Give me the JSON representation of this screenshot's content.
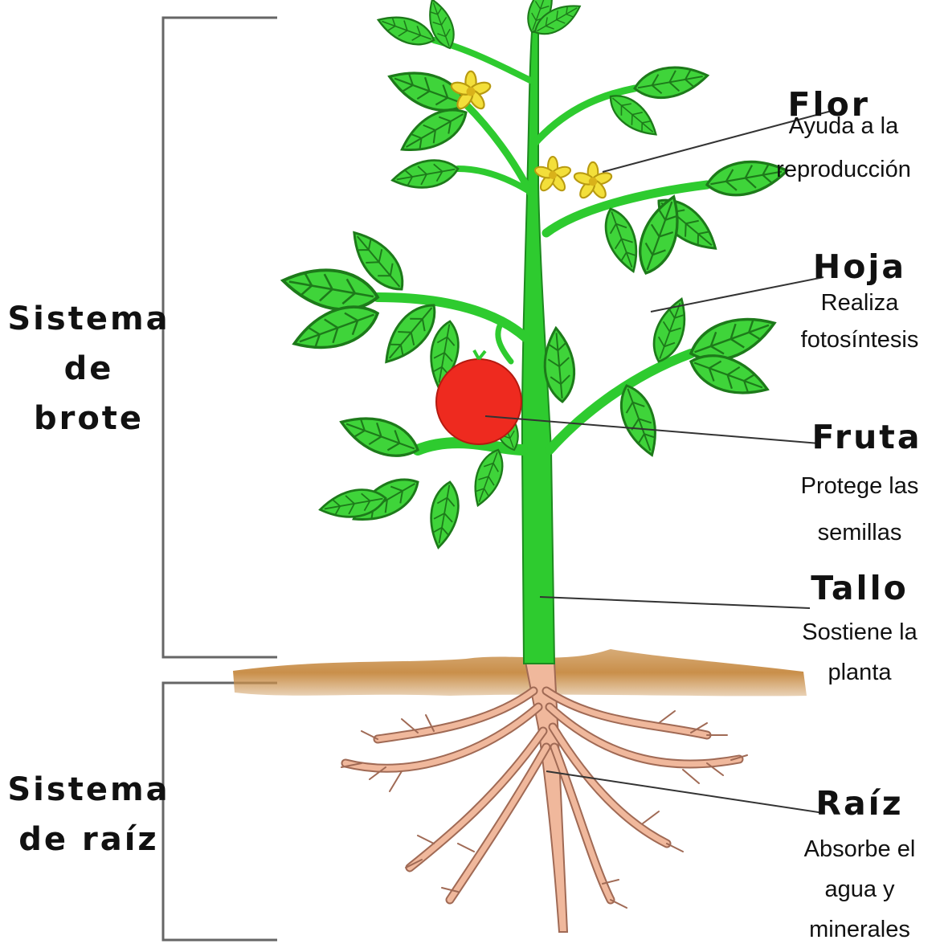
{
  "systems": {
    "shoot": [
      "Sistema",
      "de",
      "brote"
    ],
    "root": [
      "Sistema",
      "de raíz"
    ]
  },
  "parts": {
    "flower": {
      "title": "Flor",
      "desc": [
        "Ayuda a la",
        "reproducción"
      ]
    },
    "leaf": {
      "title": "Hoja",
      "desc": [
        "Realiza",
        "fotosíntesis"
      ]
    },
    "fruit": {
      "title": "Fruta",
      "desc": [
        "Protege las",
        "semillas"
      ]
    },
    "stem": {
      "title": "Tallo",
      "desc": [
        "Sostiene la",
        "planta"
      ]
    },
    "root": {
      "title": "Raíz",
      "desc": [
        "Absorbe el",
        "agua y",
        "minerales"
      ]
    }
  },
  "colors": {
    "leaf": "#3fd43a",
    "leaf_outline": "#1d7a1a",
    "stem": "#2ecb2f",
    "fruit": "#ee2a1f",
    "flower": "#f3df3a",
    "soil": "#c98f4a",
    "root": "#f0b89c",
    "root_outline": "#a06a55",
    "bracket": "#666666"
  }
}
